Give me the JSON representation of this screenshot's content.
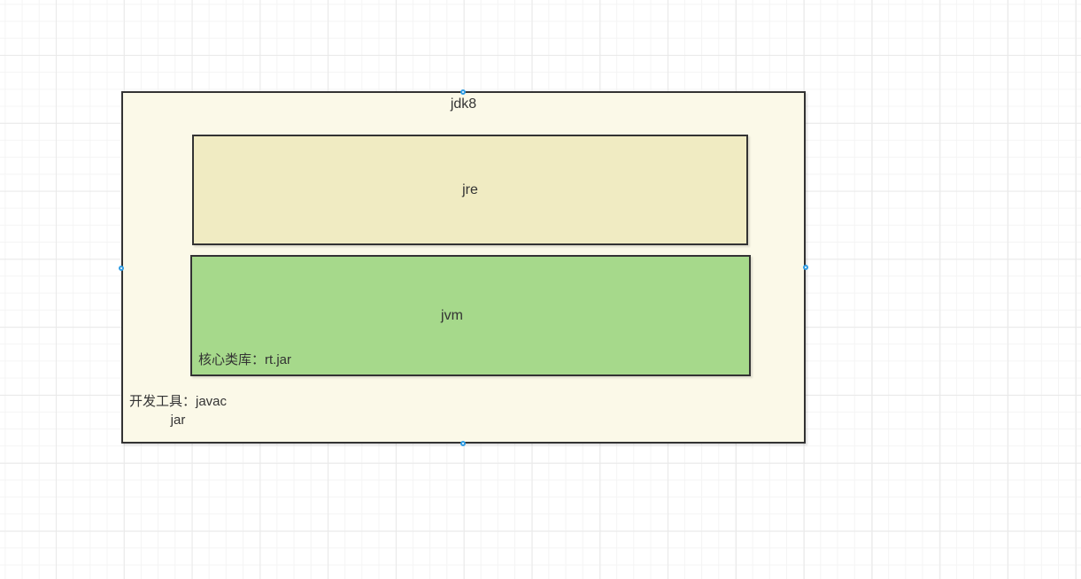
{
  "colors": {
    "canvas-bg": "#ffffff",
    "grid-minor": "#f4f4f4",
    "grid-major": "#e9e9e9",
    "shape-border": "#333333",
    "outer-fill": "#fbf9e8",
    "jre-fill": "#f0ebc2",
    "jvm-fill": "#a6d98b",
    "handle-stroke": "#2e9ce4",
    "handle-fill": "#ffffff",
    "text-color": "#333333"
  },
  "diagram": {
    "outer_box": {
      "label": "jdk8"
    },
    "jre_box": {
      "label": "jre"
    },
    "jvm_box": {
      "label": "jvm",
      "core_lib_text": "核心类库：rt.jar"
    },
    "dev_tools": {
      "line1": "开发工具：javac",
      "line2": "jar"
    },
    "handles": [
      {
        "name": "connection-handle-top",
        "icon": "circle-handle-icon"
      },
      {
        "name": "connection-handle-right",
        "icon": "circle-handle-icon"
      },
      {
        "name": "connection-handle-bottom",
        "icon": "circle-handle-icon"
      },
      {
        "name": "connection-handle-left",
        "icon": "circle-handle-icon"
      }
    ]
  }
}
